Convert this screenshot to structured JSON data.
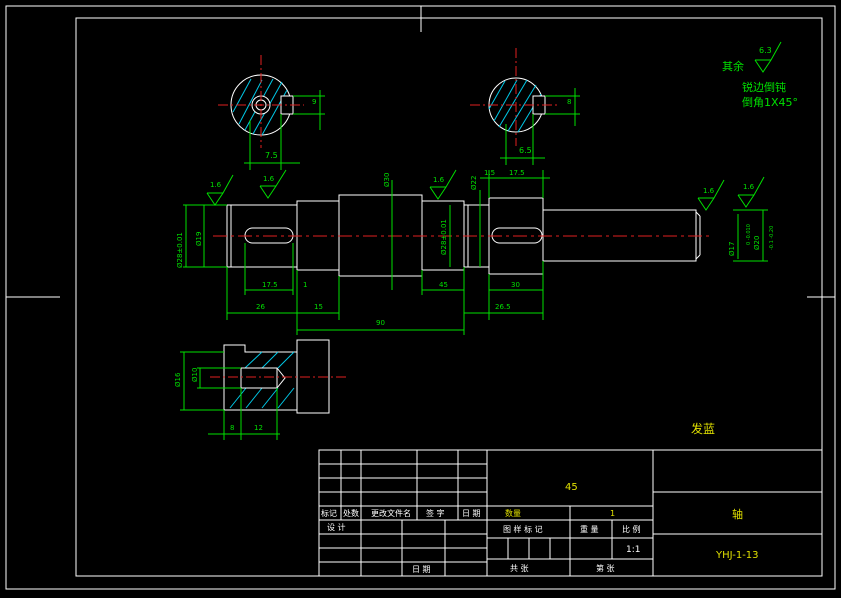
{
  "notes": {
    "qiyu": "其余",
    "rough_main": "6.3",
    "chamfer1": "锐边倒钝",
    "chamfer2": "倒角1X45°",
    "heat": "发蓝"
  },
  "section_views": {
    "left_width": "7.5",
    "left_depth": "9",
    "right_width": "6.5",
    "right_depth": "8"
  },
  "dims": {
    "r1": "1.6",
    "r2": "1.6",
    "r3": "1.6",
    "r4": "1.6",
    "r5": "1.6",
    "d_left": "Ø28±0.01",
    "d_left2": "Ø19",
    "d_mid": "Ø30",
    "d_bear2": "Ø28±0.01",
    "d_step": "Ø22",
    "d_right": "Ø17",
    "d_right_tol": "0\n-0.010",
    "d_r20": "Ø20",
    "d_r20_tol": "-0.1\n-0.20",
    "k_left": "17.5",
    "k_right": "17.5",
    "k_small": "1.5",
    "one": "1",
    "l26": "26",
    "l15": "15",
    "l45": "45",
    "l30": "30",
    "l90": "90",
    "l265": "26.5"
  },
  "detail": {
    "d16": "Ø16",
    "d10": "Ø10",
    "l8": "8",
    "l12": "12"
  },
  "title_block": {
    "material": "45",
    "name": "轴",
    "drawing_no": "YHJ-1-13",
    "qty_label": "数量",
    "qty": "1",
    "scale": "1:1",
    "h_mark": "标记",
    "h_count": "处数",
    "h_doc": "更改文件名",
    "h_sign": "签 字",
    "h_date": "日 期",
    "h_design": "设 计",
    "h_date2": "日 期",
    "h_stage": "图 样 标 记",
    "h_weight": "重 量",
    "h_scale": "比 例",
    "h_sheets": "共 张",
    "h_sheet": "第 张"
  }
}
